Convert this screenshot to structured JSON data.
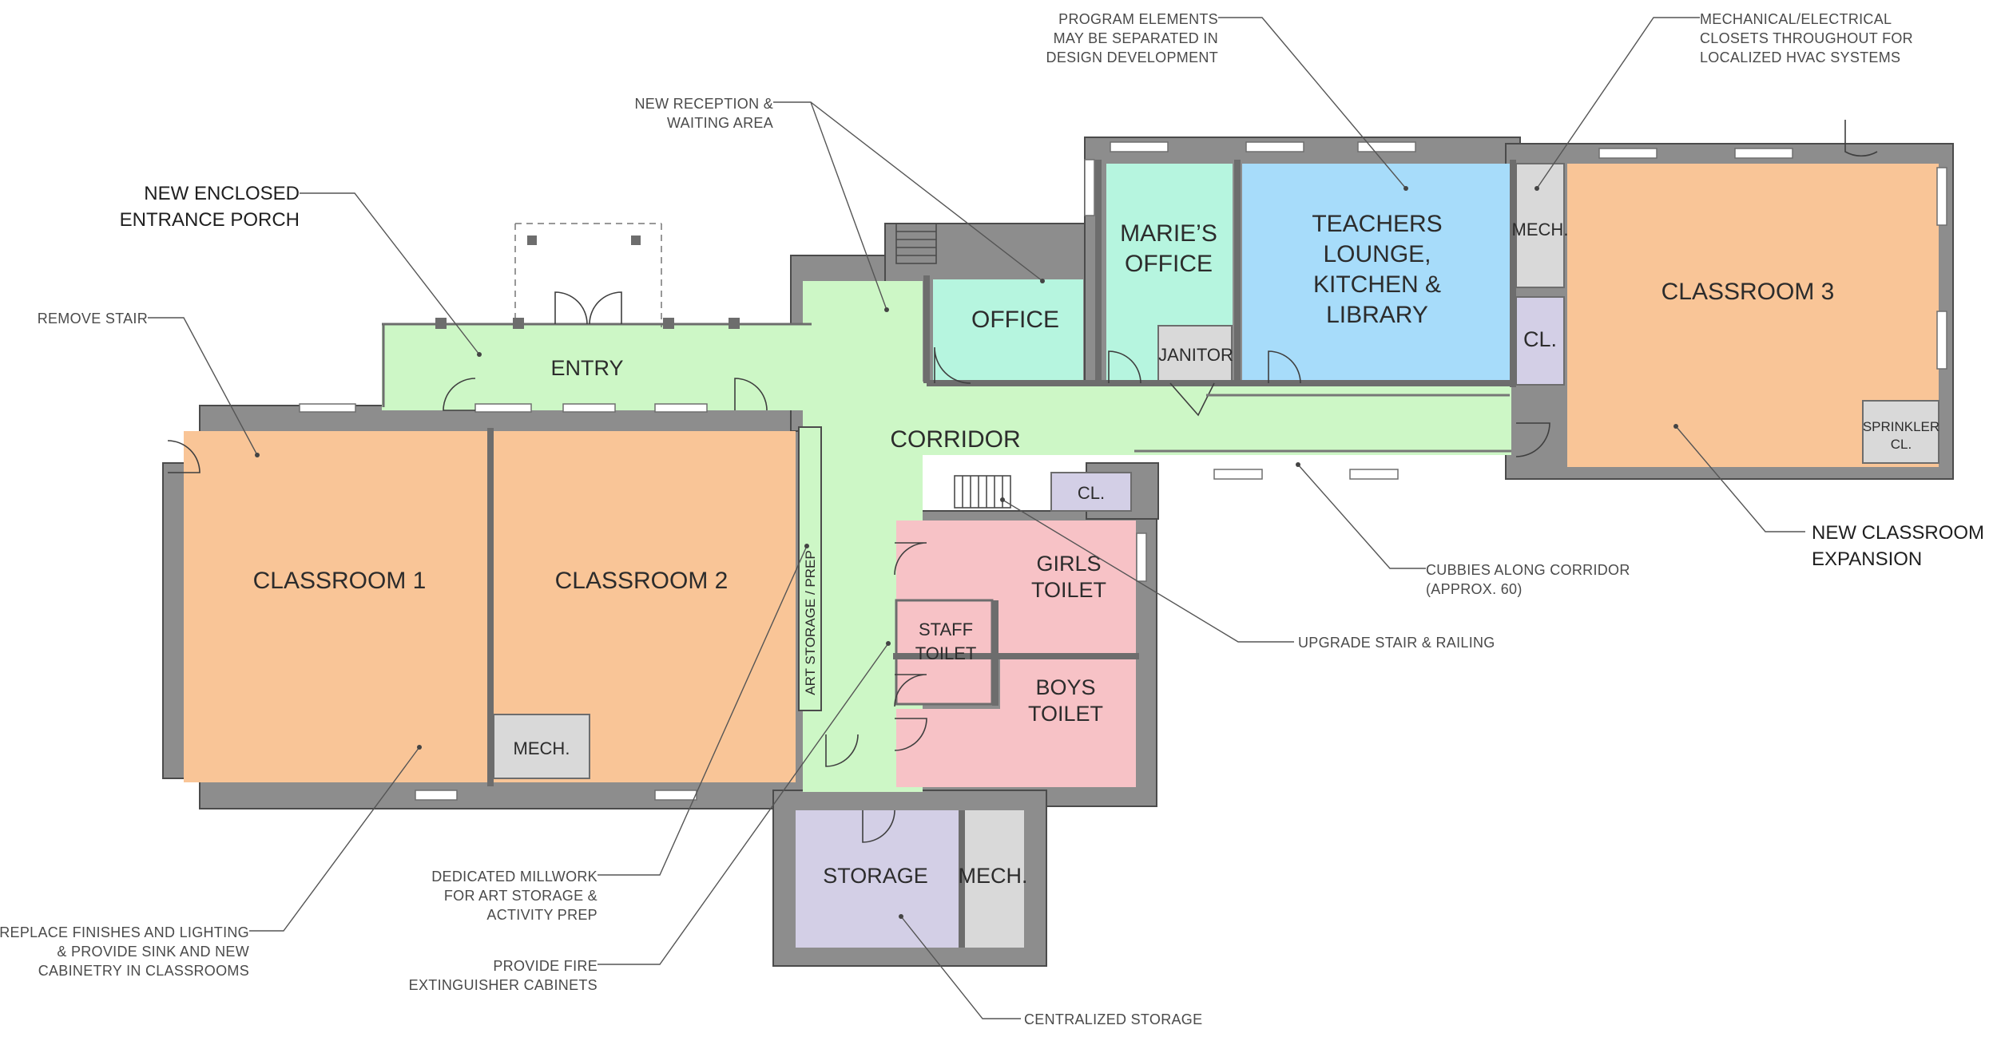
{
  "colors": {
    "classroom": "#f9c597",
    "corridor": "#cdf7c6",
    "office": "#b6f5df",
    "lounge": "#a7dcfa",
    "toilet": "#f7c2c6",
    "storage": "#d3cfe6",
    "mech": "#d9d9d9",
    "wall": "#8d8d8d"
  },
  "rooms": {
    "classroom1": "CLASSROOM 1",
    "classroom2": "CLASSROOM 2",
    "classroom3": "CLASSROOM 3",
    "entry": "ENTRY",
    "corridor": "CORRIDOR",
    "office": "OFFICE",
    "maries_office_line1": "MARIE’S",
    "maries_office_line2": "OFFICE",
    "lounge_line1": "TEACHERS",
    "lounge_line2": "LOUNGE,",
    "lounge_line3": "KITCHEN &",
    "lounge_line4": "LIBRARY",
    "janitor": "JANITOR",
    "mech_top": "MECH.",
    "cl_top": "CL.",
    "sprinkler_line1": "SPRINKLER",
    "sprinkler_line2": "CL.",
    "cl_mid": "CL.",
    "girls_line1": "GIRLS",
    "girls_line2": "TOILET",
    "boys_line1": "BOYS",
    "boys_line2": "TOILET",
    "staff_line1": "STAFF",
    "staff_line2": "TOILET",
    "mech_classroom2": "MECH.",
    "storage": "STORAGE",
    "mech_storage": "MECH.",
    "art_storage": "ART STORAGE / PREP"
  },
  "notes": {
    "program_l1": "PROGRAM ELEMENTS",
    "program_l2": "MAY BE SEPARATED IN",
    "program_l3": "DESIGN DEVELOPMENT",
    "mech_l1": "MECHANICAL/ELECTRICAL",
    "mech_l2": "CLOSETS THROUGHOUT FOR",
    "mech_l3": "LOCALIZED HVAC SYSTEMS",
    "reception_l1": "NEW RECEPTION &",
    "reception_l2": "WAITING AREA",
    "porch_l1": "NEW ENCLOSED",
    "porch_l2": "ENTRANCE PORCH",
    "remove_stair": "REMOVE STAIR",
    "expansion_l1": "NEW CLASSROOM",
    "expansion_l2": "EXPANSION",
    "cubbies_l1": "CUBBIES ALONG CORRIDOR",
    "cubbies_l2": "(APPROX. 60)",
    "upgrade_stair": "UPGRADE STAIR & RAILING",
    "millwork_l1": "DEDICATED MILLWORK",
    "millwork_l2": "FOR ART STORAGE &",
    "millwork_l3": "ACTIVITY PREP",
    "fire_l1": "PROVIDE FIRE",
    "fire_l2": "EXTINGUISHER CABINETS",
    "finishes_l1": "REPLACE FINISHES AND LIGHTING",
    "finishes_l2": "& PROVIDE SINK AND NEW",
    "finishes_l3": "CABINETRY IN CLASSROOMS",
    "central_storage": "CENTRALIZED STORAGE"
  }
}
